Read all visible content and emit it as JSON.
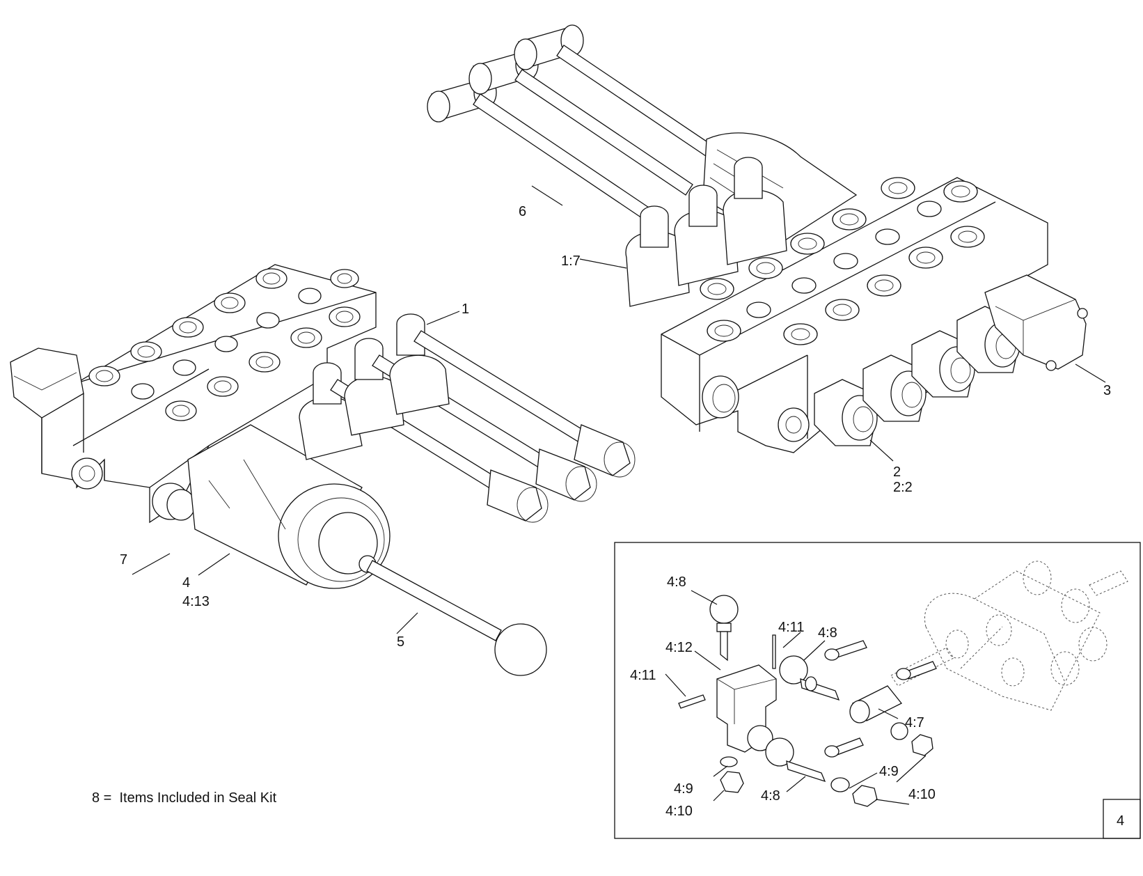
{
  "callouts": {
    "c1": "1",
    "c1_7": "1:7",
    "c2": "2",
    "c2_2": "2:2",
    "c3": "3",
    "c4": "4",
    "c4_13": "4:13",
    "c5": "5",
    "c6": "6",
    "c7": "7"
  },
  "detail": {
    "box_label": "4",
    "c4_7": "4:7",
    "c4_8_top": "4:8",
    "c4_8_mid": "4:8",
    "c4_8_bot": "4:8",
    "c4_9_left": "4:9",
    "c4_9_right": "4:9",
    "c4_10_left": "4:10",
    "c4_10_right": "4:10",
    "c4_11_top": "4:11",
    "c4_11_left": "4:11",
    "c4_12": "4:12"
  },
  "note": "8 =  Items Included in Seal Kit"
}
